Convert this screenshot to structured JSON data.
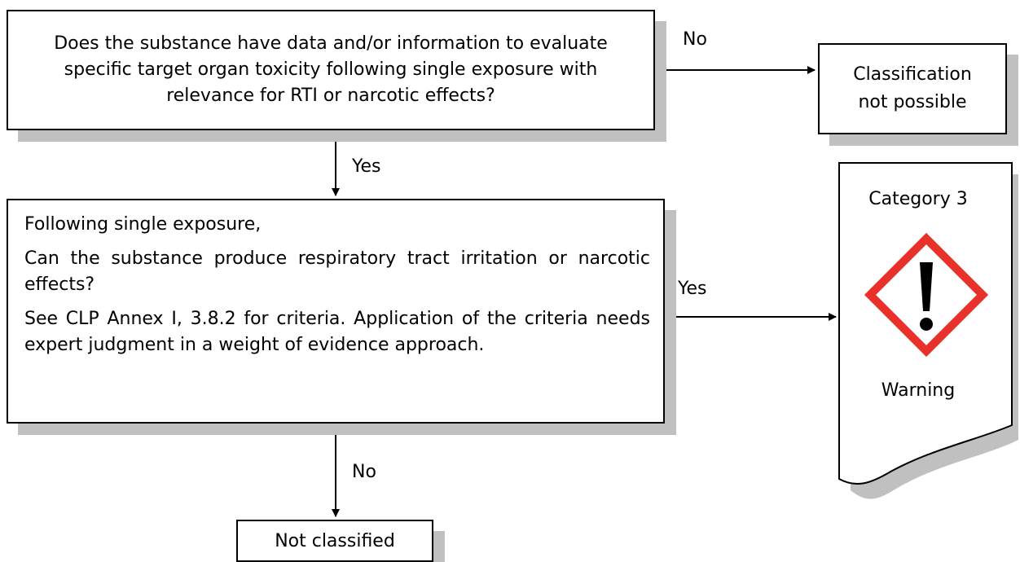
{
  "nodes": {
    "q1": "Does the substance have data and/or information to evaluate specific target organ toxicity following single exposure with relevance for RTI or narcotic effects?",
    "not_possible_line1": "Classification",
    "not_possible_line2": "not possible",
    "q2_p1": "Following single exposure,",
    "q2_p2": "Can the substance produce respiratory tract irritation or narcotic effects?",
    "q2_p3": "See CLP Annex I, 3.8.2 for criteria. Application of the criteria needs expert judgment in a weight of evidence approach.",
    "not_classified": "Not classified"
  },
  "edges": {
    "no_1": "No",
    "yes_1": "Yes",
    "yes_2": "Yes",
    "no_2": "No"
  },
  "result": {
    "category": "Category 3",
    "signal_word": "Warning",
    "pictogram_icon": "exclamation-mark-icon",
    "pictogram_border_color": "#e8312a"
  },
  "colors": {
    "shadow": "#c0c0c0",
    "stroke": "#000000"
  }
}
